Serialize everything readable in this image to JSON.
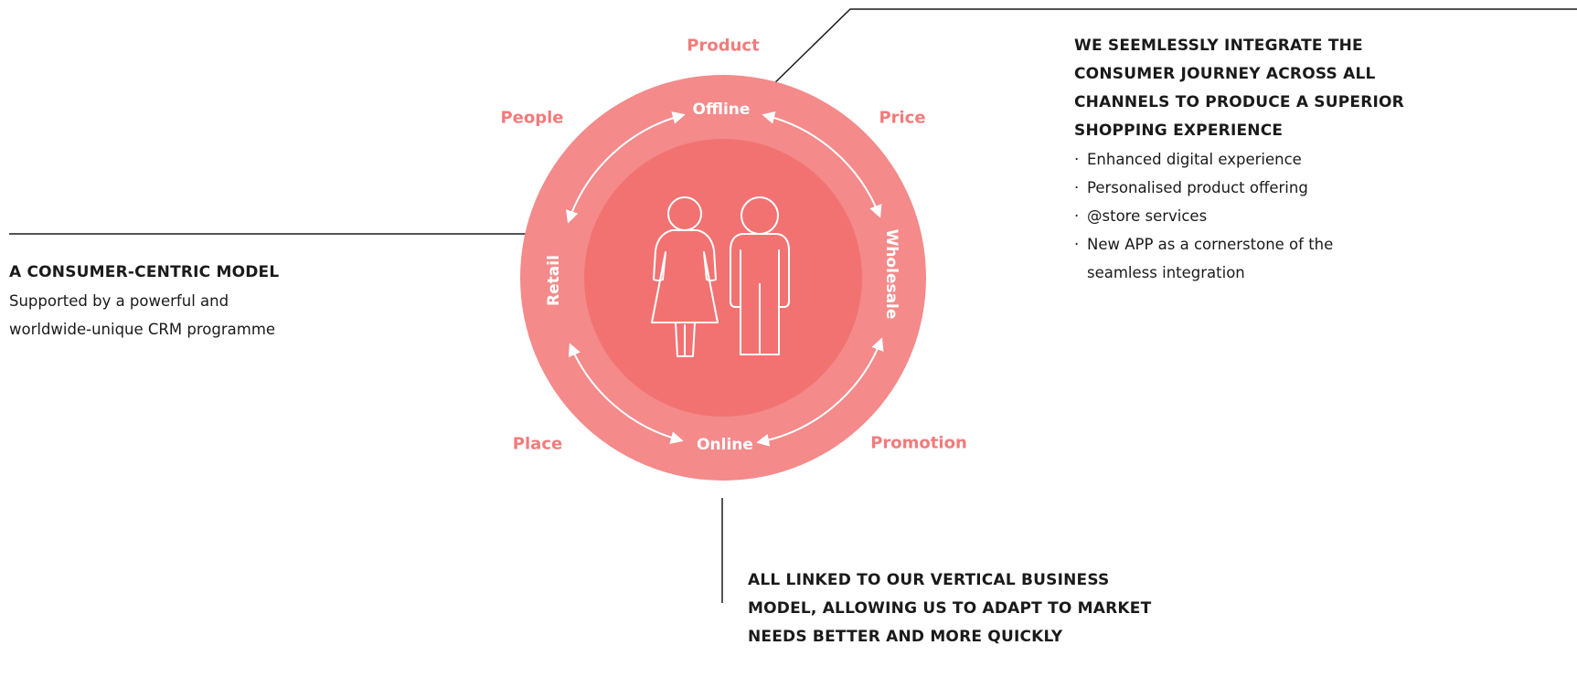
{
  "colors": {
    "outer_circle": "#f48a8a",
    "inner_circle": "#f27272",
    "label_accent": "#f27b7b",
    "ring_text": "#ffffff",
    "line": "#1a1a1a"
  },
  "outer_labels": {
    "product": "Product",
    "price": "Price",
    "promotion": "Promotion",
    "place": "Place",
    "people": "People"
  },
  "ring_labels": {
    "offline": "Offline",
    "online": "Online",
    "retail": "Retail",
    "wholesale": "Wholesale"
  },
  "center_icon": "man-and-woman-icon",
  "callouts": {
    "consumer_centric": {
      "heading": "A CONSUMER-CENTRIC MODEL",
      "lines": [
        "Supported by a powerful and",
        "worldwide-unique CRM programme"
      ]
    },
    "integration": {
      "heading_lines": [
        "WE SEEMLESSLY INTEGRATE THE",
        "CONSUMER JOURNEY ACROSS ALL",
        "CHANNELS TO PRODUCE A SUPERIOR",
        "SHOPPING EXPERIENCE"
      ],
      "bullet_mark": "·",
      "bullets": [
        "Enhanced digital experience",
        "Personalised product offering",
        "@store services",
        "New APP as a cornerstone of the seamless integration"
      ]
    },
    "vertical_model": {
      "heading_lines": [
        "ALL LINKED TO OUR VERTICAL BUSINESS",
        "MODEL, ALLOWING US TO ADAPT TO MARKET",
        "NEEDS BETTER AND MORE QUICKLY"
      ]
    }
  }
}
